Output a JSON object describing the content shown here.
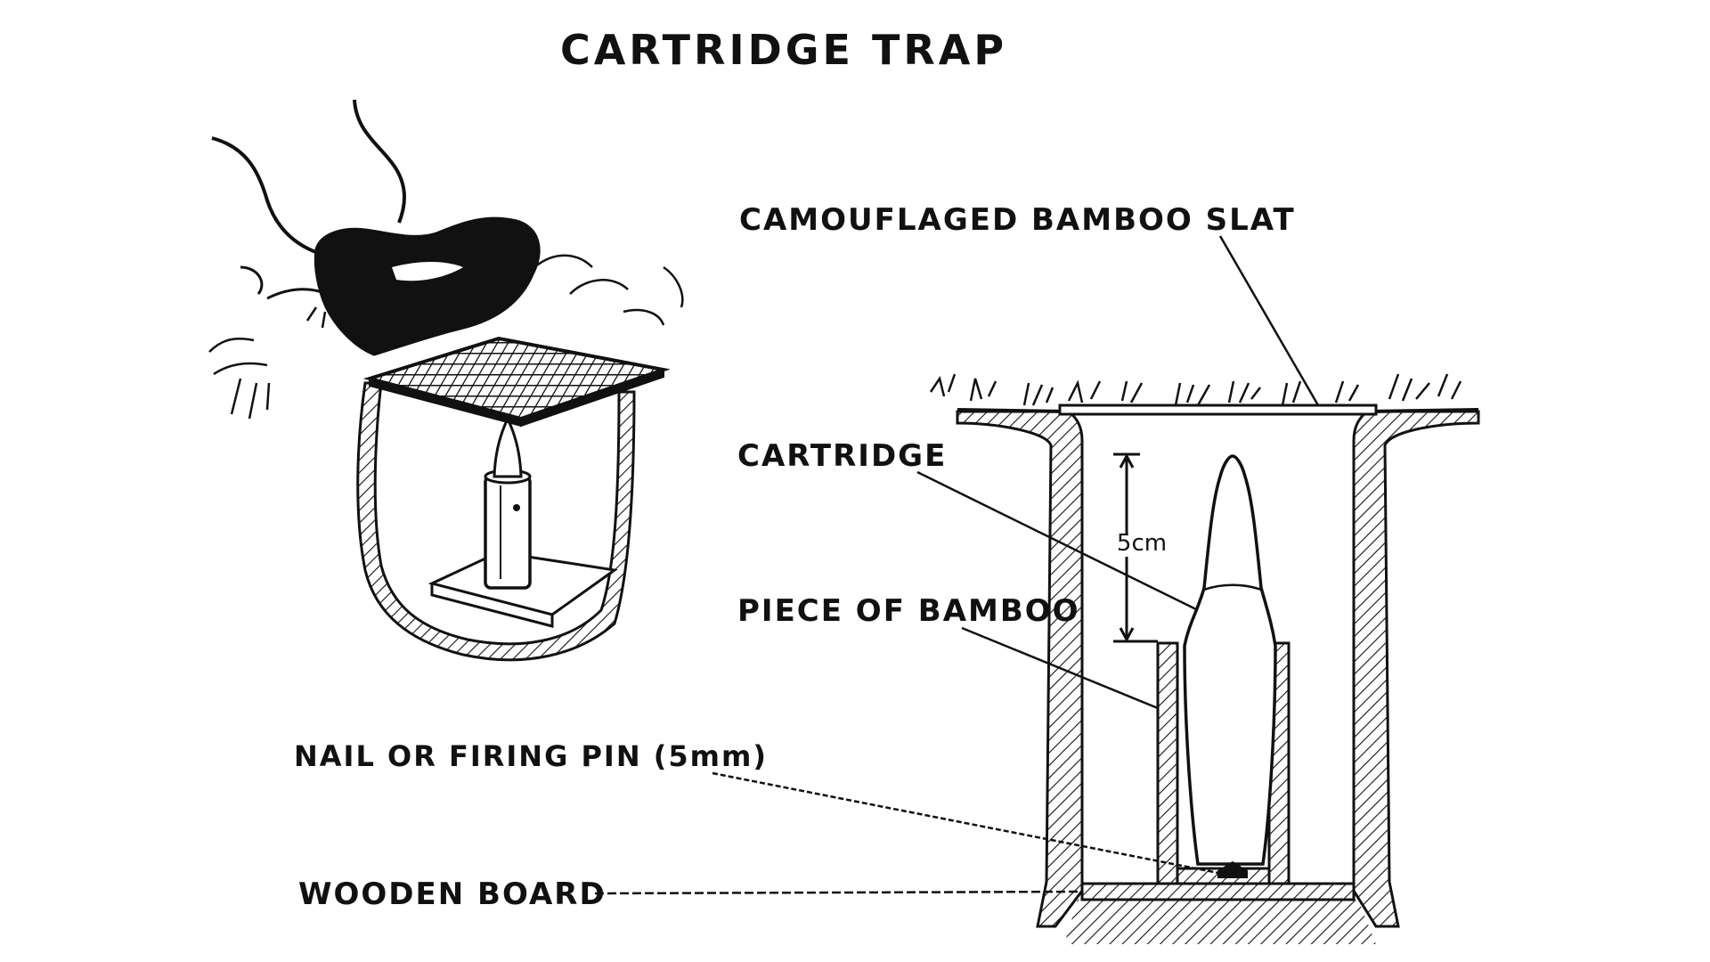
{
  "title": "CARTRIDGE TRAP",
  "labels": {
    "bamboo_slat": "CAMOUFLAGED BAMBOO SLAT",
    "cartridge": "CARTRIDGE",
    "piece_of_bamboo": "PIECE OF BAMBOO",
    "nail": "NAIL OR FIRING PIN (5mm)",
    "wooden_board": "WOODEN BOARD",
    "dimension": "5cm"
  },
  "colors": {
    "ink": "#111111",
    "paper": "#ffffff"
  }
}
